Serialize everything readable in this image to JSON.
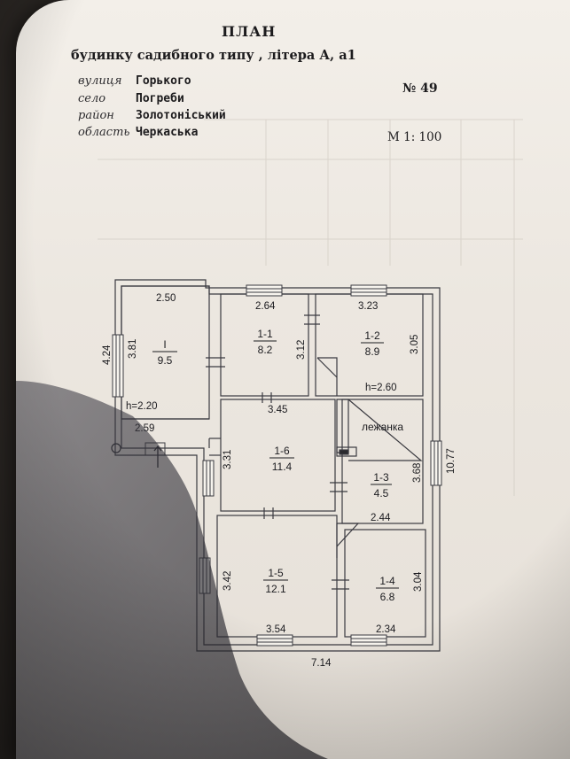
{
  "header": {
    "title": "ПЛАН",
    "subtitle": "будинку садибного типу , літера  А, а1",
    "number": "№ 49",
    "scale": "М 1: 100"
  },
  "address": [
    {
      "label": "вулиця",
      "value": "Горького"
    },
    {
      "label": "село",
      "value": "Погреби"
    },
    {
      "label": "район",
      "value": "Золотоніський"
    },
    {
      "label": "область",
      "value": "Черкаська"
    }
  ],
  "rooms": [
    {
      "id": "І",
      "area": "9.5"
    },
    {
      "id": "1-1",
      "area": "8.2"
    },
    {
      "id": "1-2",
      "area": "8.9"
    },
    {
      "id": "1-6",
      "area": "11.4"
    },
    {
      "id": "1-3",
      "area": "4.5"
    },
    {
      "id": "1-5",
      "area": "12.1"
    },
    {
      "id": "1-4",
      "area": "6.8"
    }
  ],
  "dimensions": {
    "d_2_50": "2.50",
    "d_4_24": "4.24",
    "d_3_81": "3.81",
    "h_2_20": "h=2.20",
    "d_2_59": "2.59",
    "d_2_64": "2.64",
    "d_3_12": "3.12",
    "d_3_23": "3.23",
    "d_3_05": "3.05",
    "h_2_60": "h=2.60",
    "d_3_45": "3.45",
    "d_3_31": "3.31",
    "d_3_68": "3.68",
    "d_10_77": "10.77",
    "d_2_44": "2.44",
    "d_3_42": "3.42",
    "d_3_04": "3.04",
    "d_3_54": "3.54",
    "d_2_34": "2.34",
    "d_7_14": "7.14"
  },
  "stove_label": "лежанка"
}
